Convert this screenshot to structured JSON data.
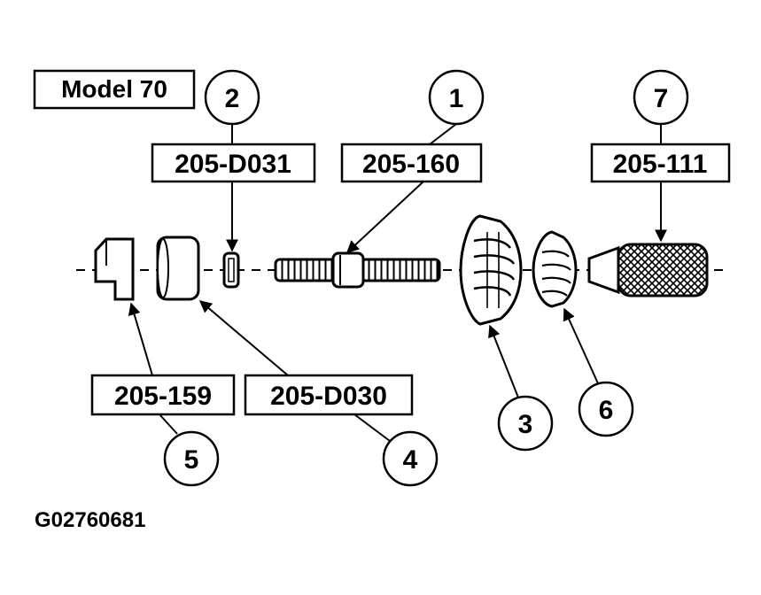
{
  "model_label": "Model 70",
  "figure_id": "G02760681",
  "callouts": [
    {
      "number": "1",
      "code": "205-160"
    },
    {
      "number": "2",
      "code": "205-D031"
    },
    {
      "number": "3",
      "code": ""
    },
    {
      "number": "4",
      "code": "205-D030"
    },
    {
      "number": "5",
      "code": "205-159"
    },
    {
      "number": "6",
      "code": ""
    },
    {
      "number": "7",
      "code": "205-111"
    }
  ]
}
